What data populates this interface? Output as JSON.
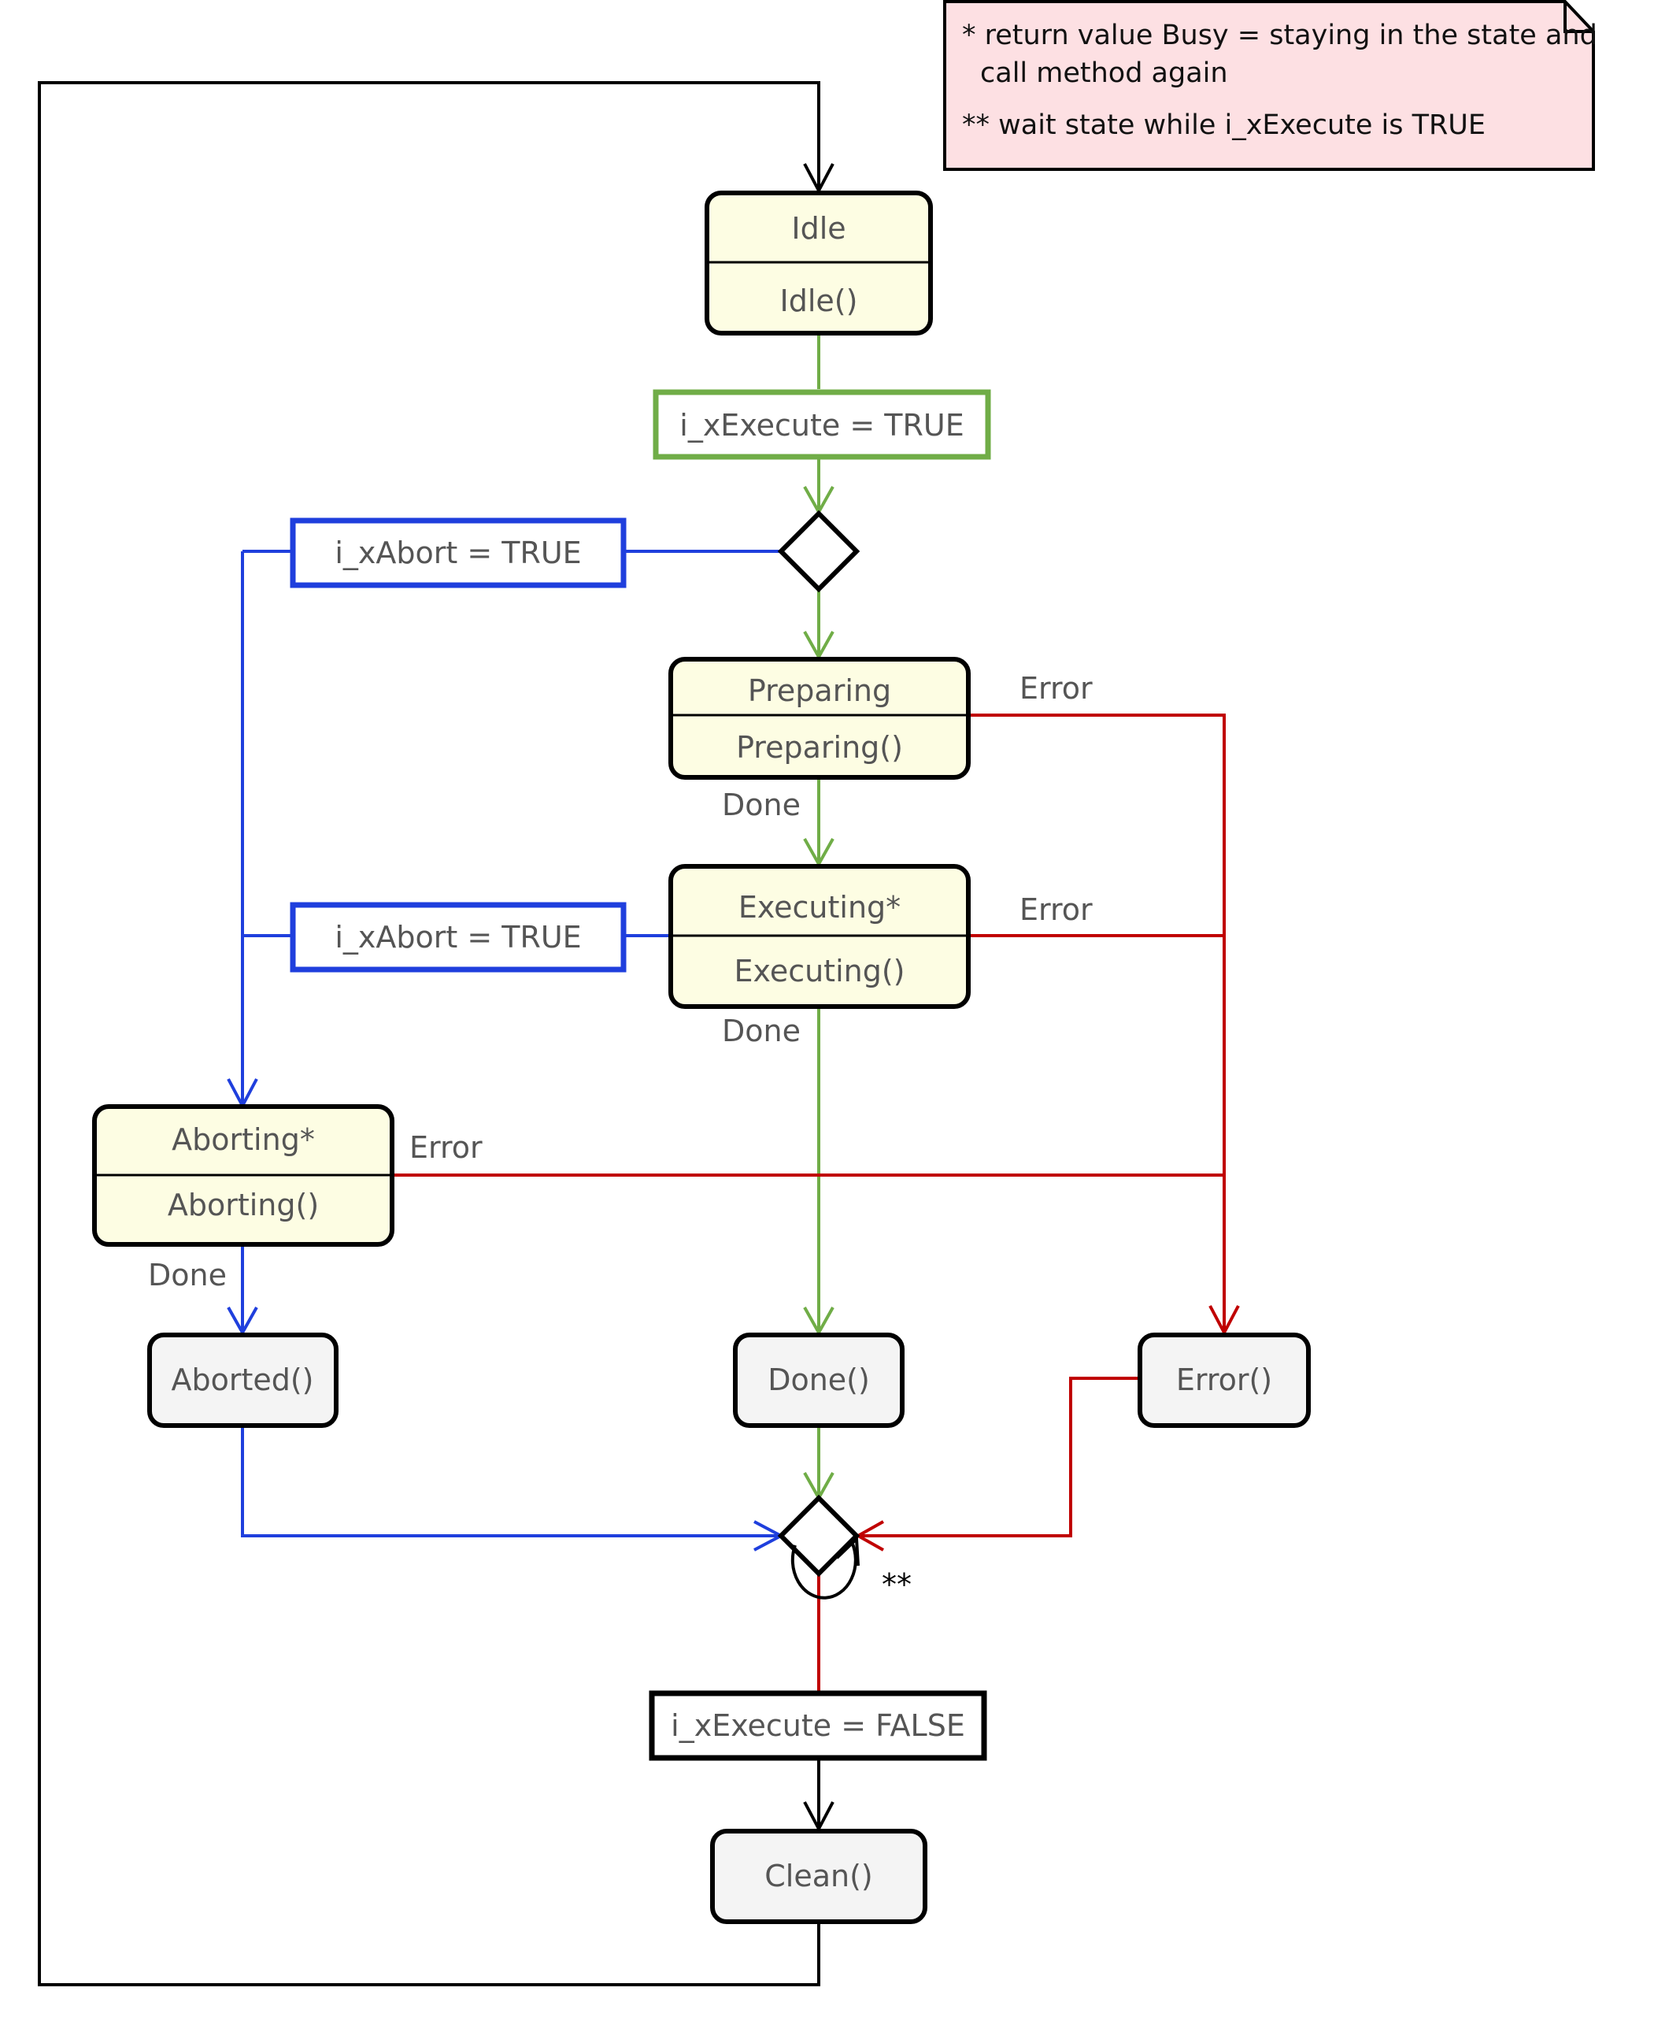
{
  "note": {
    "line1": "* return value Busy = staying in the state and",
    "line2": "call method again",
    "line3": "** wait state while i_xExecute is TRUE"
  },
  "states": {
    "idle": {
      "name": "Idle",
      "method": "Idle()"
    },
    "preparing": {
      "name": "Preparing",
      "method": "Preparing()"
    },
    "executing": {
      "name": "Executing*",
      "method": "Executing()"
    },
    "aborting": {
      "name": "Aborting*",
      "method": "Aborting()"
    },
    "aborted": {
      "method": "Aborted()"
    },
    "done": {
      "method": "Done()"
    },
    "error": {
      "method": "Error()"
    },
    "clean": {
      "method": "Clean()"
    }
  },
  "conditions": {
    "execute_true": "i_xExecute = TRUE",
    "abort_true_1": "i_xAbort = TRUE",
    "abort_true_2": "i_xAbort = TRUE",
    "execute_false": "i_xExecute = FALSE"
  },
  "transitions": {
    "preparing_error": "Error",
    "preparing_done": "Done",
    "executing_error": "Error",
    "executing_done": "Done",
    "aborting_error": "Error",
    "aborting_done": "Done",
    "wait_marker": "**"
  },
  "colors": {
    "green": "#70ad47",
    "blue": "#1f3fdd",
    "red": "#c00000",
    "black": "#000000",
    "state_fill": "#fdfde3",
    "action_fill": "#f4f4f4",
    "note_fill": "#fde0e3"
  }
}
